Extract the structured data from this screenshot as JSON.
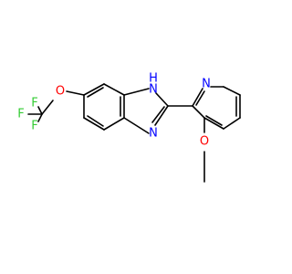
{
  "molecule": {
    "colors": {
      "bond": "#000000",
      "fluorine": "#33cc33",
      "oxygen": "#ff0000",
      "nitrogen": "#0000ff",
      "background": "#ffffff"
    },
    "atoms": {
      "f_top": "F",
      "f_left": "F",
      "f_bottom": "F",
      "o_trifluoromethoxy": "O",
      "nh_nitrogen": "N",
      "nh_hydrogen": "H",
      "imine_nitrogen": "N",
      "pyridine_nitrogen": "N",
      "o_methoxy": "O"
    }
  }
}
